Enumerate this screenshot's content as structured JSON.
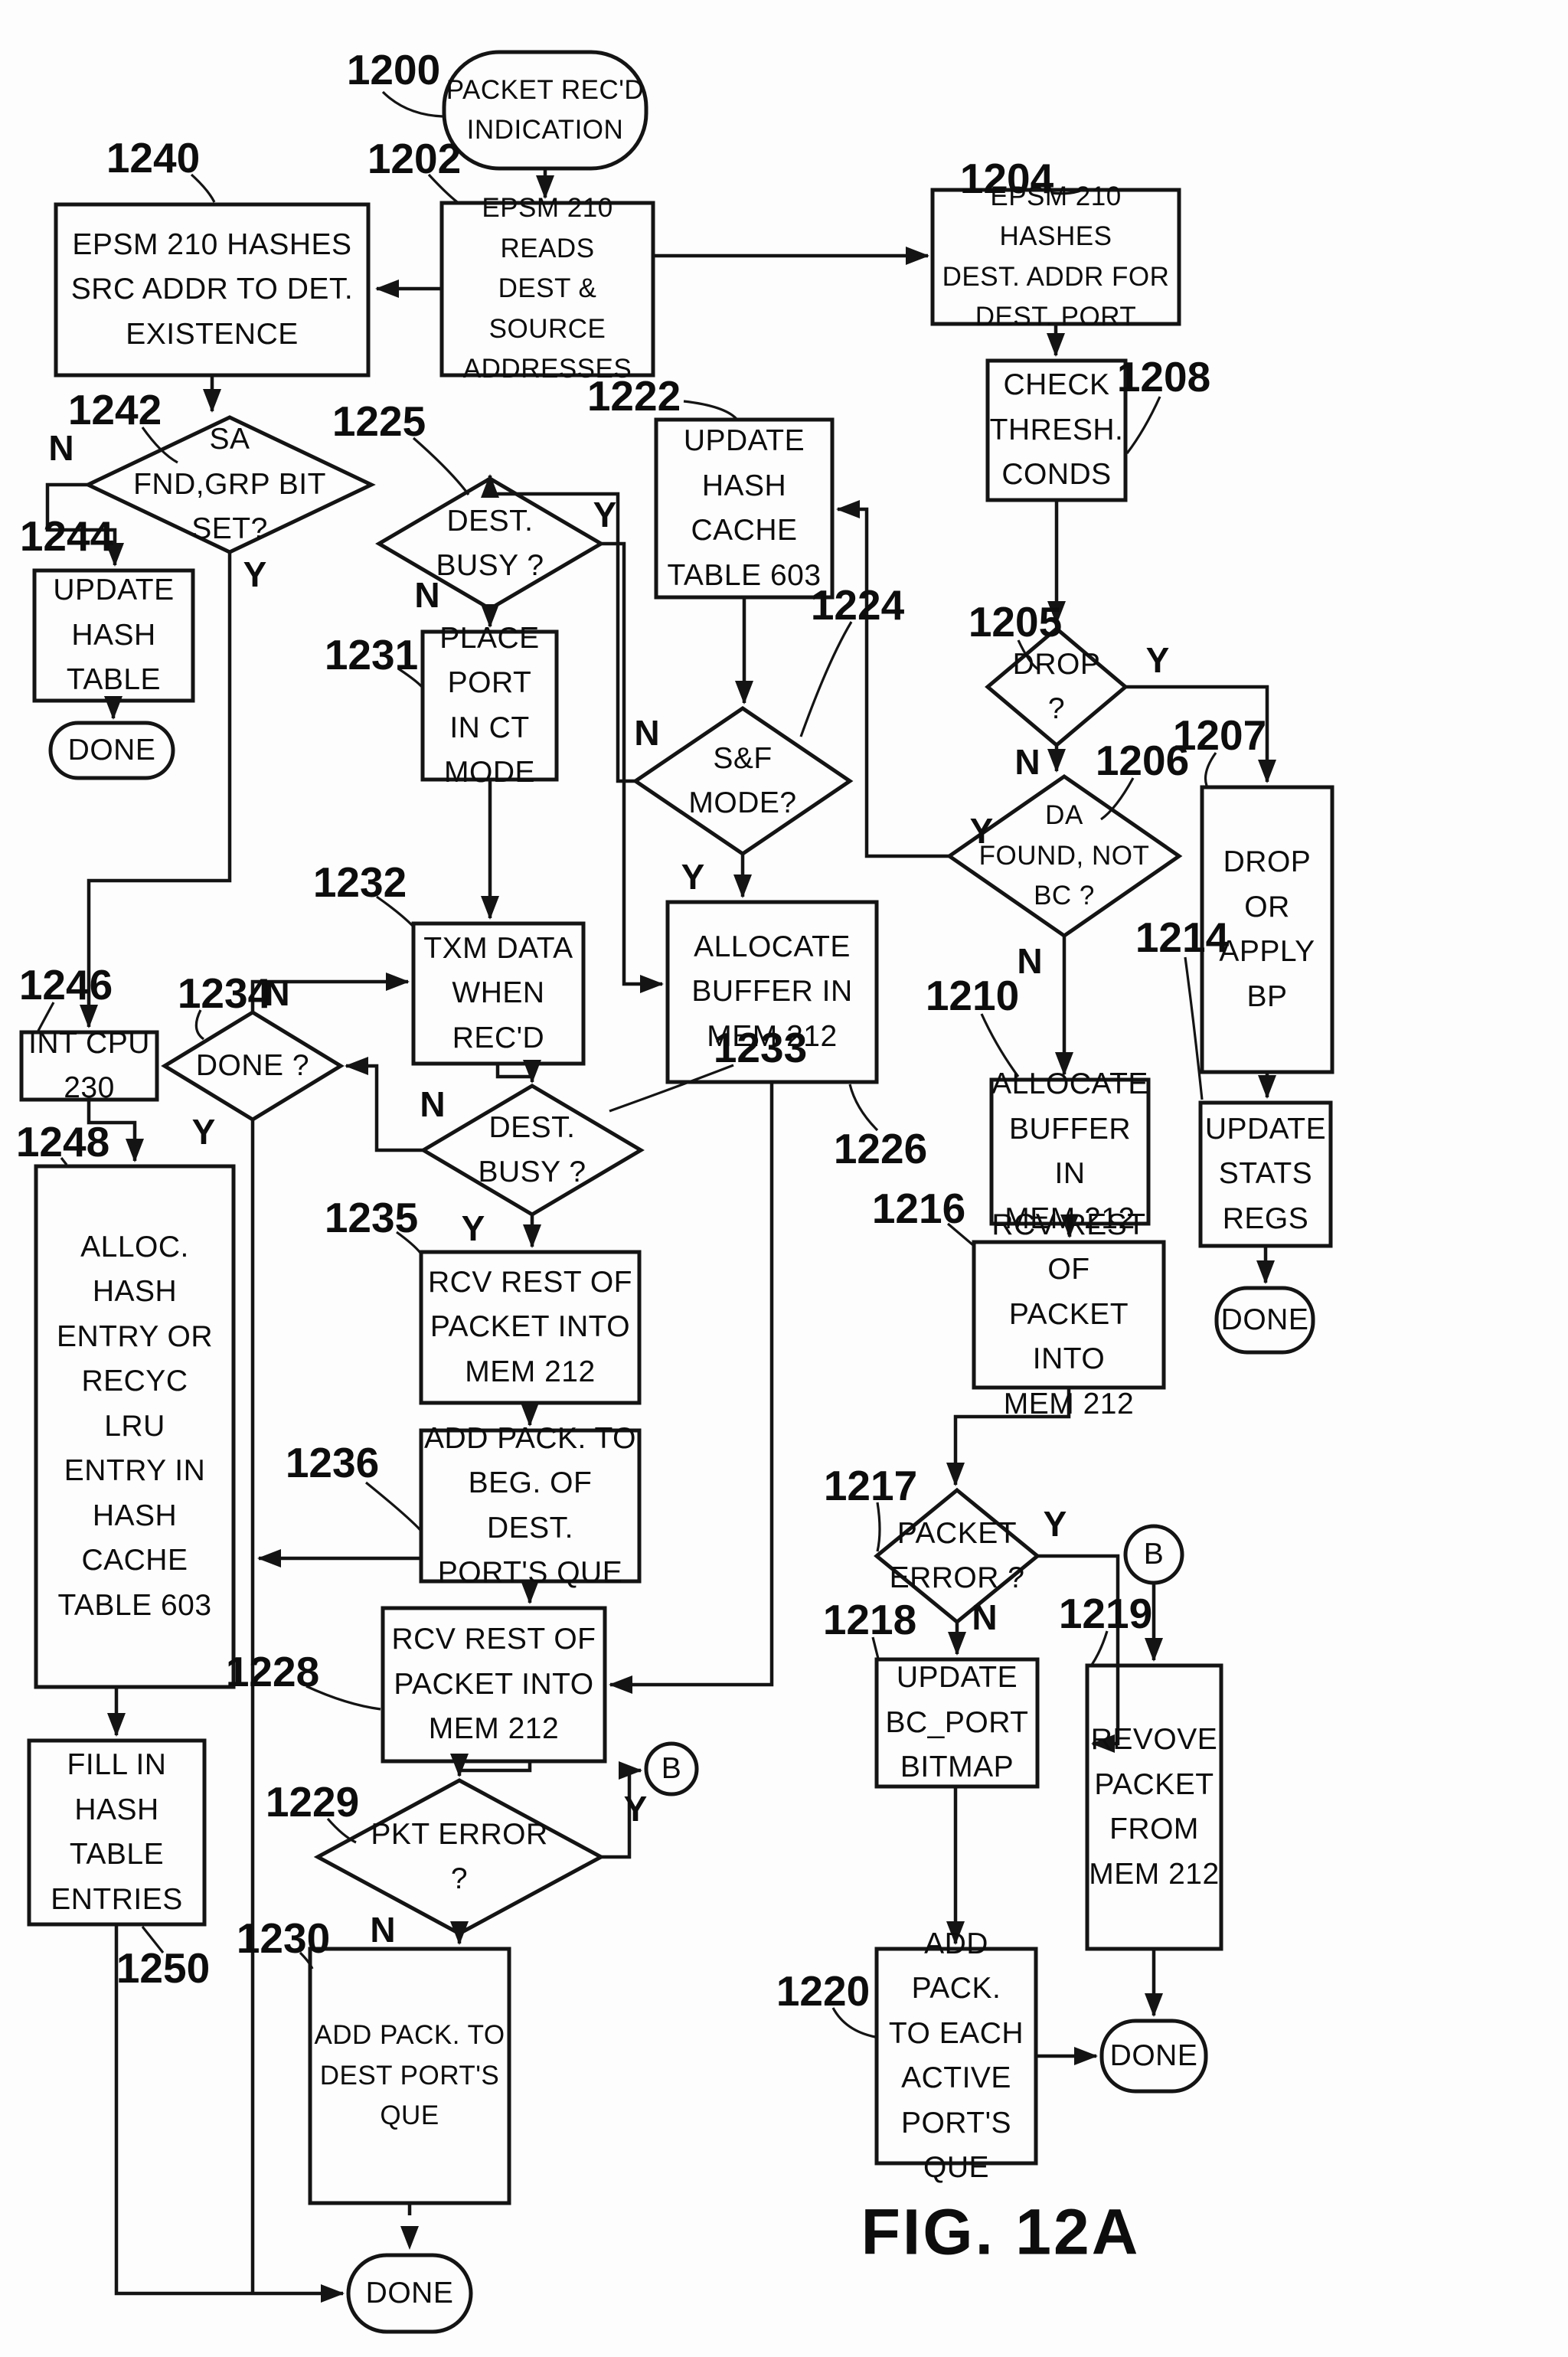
{
  "figure_caption": "FIG. 12A",
  "branch_labels": {
    "yes": "Y",
    "no": "N"
  },
  "nodes": {
    "start": {
      "ref": "1200",
      "label": "PACKET REC'D\nINDICATION"
    },
    "read_addr": {
      "ref": "1202",
      "label": "EPSM 210 READS\nDEST & SOURCE\nADDRESSES"
    },
    "hash_src": {
      "ref": "1240",
      "label": "EPSM 210 HASHES\nSRC ADDR TO DET.\nEXISTENCE"
    },
    "hash_dest": {
      "ref": "1204",
      "label": "EPSM 210 HASHES\nDEST. ADDR FOR\nDEST. PORT"
    },
    "check_thresh": {
      "ref": "1208",
      "label": "CHECK\nTHRESH.\nCONDS"
    },
    "sa_found": {
      "ref": "1242",
      "label": "SA\nFND,GRP BIT\nSET?"
    },
    "update_hash_table": {
      "ref": "1244",
      "label": "UPDATE\nHASH\nTABLE"
    },
    "done_a": {
      "label": "DONE"
    },
    "dest_busy_ct": {
      "ref": "1225",
      "label": "DEST.\nBUSY ?"
    },
    "place_ct": {
      "ref": "1231",
      "label": "PLACE\nPORT\nIN CT\nMODE"
    },
    "txm_data": {
      "ref": "1232",
      "label": "TXM DATA\nWHEN\nREC'D"
    },
    "update_hash_cache": {
      "ref": "1222",
      "label": "UPDATE\nHASH\nCACHE\nTABLE 603"
    },
    "sf_mode": {
      "ref": "1224",
      "label": "S&F\nMODE?"
    },
    "alloc_buf_ct": {
      "ref": "1226",
      "label": "ALLOCATE\nBUFFER IN\nMEM 212"
    },
    "drop_q": {
      "ref": "1205",
      "label": "DROP\n?"
    },
    "da_found": {
      "ref": "1206",
      "label": "DA\nFOUND, NOT\nBC ?"
    },
    "drop_bp": {
      "ref": "1207",
      "label": "DROP\nOR\nAPPLY\nBP"
    },
    "update_stats": {
      "ref": "1214",
      "label": "UPDATE\nSTATS\nREGS"
    },
    "done_b": {
      "label": "DONE"
    },
    "alloc_buf_bc": {
      "ref": "1210",
      "label": "ALLOCATE\nBUFFER IN\nMEM 212"
    },
    "rcv_rest_bc": {
      "ref": "1216",
      "label": "RCV REST OF\nPACKET INTO\nMEM 212"
    },
    "packet_error_bc": {
      "ref": "1217",
      "label": "PACKET\nERROR ?"
    },
    "update_bc_port": {
      "ref": "1218",
      "label": "UPDATE\nBC_PORT\nBITMAP"
    },
    "remove_packet": {
      "ref": "1219",
      "label": "REVOVE\nPACKET\nFROM\nMEM 212"
    },
    "add_each_port": {
      "ref": "1220",
      "label": "ADD PACK.\nTO EACH\nACTIVE\nPORT'S QUE"
    },
    "done_c": {
      "label": "DONE"
    },
    "int_cpu": {
      "ref": "1246",
      "label": "INT CPU\n230"
    },
    "alloc_hash_entry": {
      "ref": "1248",
      "label": "ALLOC.\nHASH\nENTRY OR\nRECYC\nLRU\nENTRY IN\nHASH\nCACHE\nTABLE 603"
    },
    "fill_hash": {
      "ref": "1250",
      "label": "FILL IN\nHASH\nTABLE\nENTRIES"
    },
    "done_q": {
      "ref": "1234",
      "label": "DONE ?"
    },
    "dest_busy2": {
      "ref": "1233",
      "label": "DEST.\nBUSY ?"
    },
    "rcv_rest_ct": {
      "ref": "1235",
      "label": "RCV REST OF\nPACKET INTO\nMEM 212"
    },
    "add_beg_dest": {
      "ref": "1236",
      "label": "ADD PACK. TO\nBEG. OF DEST.\nPORT'S QUE"
    },
    "rcv_rest2": {
      "ref": "1228",
      "label": "RCV REST OF\nPACKET INTO\nMEM 212"
    },
    "pkt_error_ct": {
      "ref": "1229",
      "label": "PKT ERROR\n?"
    },
    "add_dest_que": {
      "ref": "1230",
      "label": "ADD PACK. TO\nDEST PORT'S\nQUE"
    },
    "done_d": {
      "label": "DONE"
    },
    "conn_b1": {
      "label": "B"
    },
    "conn_b2": {
      "label": "B"
    }
  }
}
